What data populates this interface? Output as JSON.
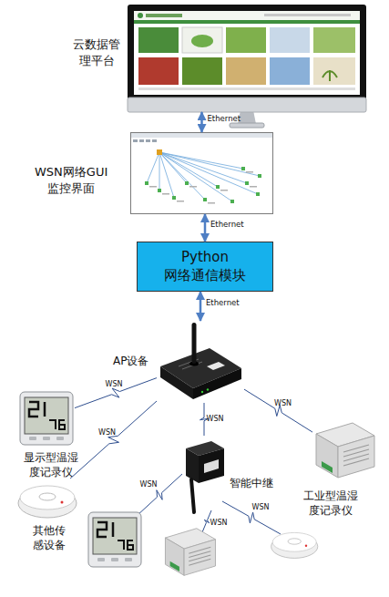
{
  "diagram": {
    "nodes": [
      {
        "text": [
          "云数据管 理平台"
        ]
      },
      {
        "text": [
          "WSN网络GUI 监控界面"
        ]
      },
      {
        "text": [
          "Python 网络通信模块"
        ]
      },
      {
        "text": [
          "AP设备"
        ]
      },
      {
        "text": [
          "显示型温湿 度记录仪"
        ]
      },
      {
        "text": [
          "其他传 感设备"
        ]
      },
      {
        "text": [
          "智能中继"
        ]
      },
      {
        "text": [
          "工业型温湿 度记录仪"
        ]
      }
    ],
    "edges": [
      {
        "from": 0,
        "to": 1,
        "arrow": "both",
        "label": "Ethernet"
      },
      {
        "from": 1,
        "to": 2,
        "arrow": "both",
        "label": "Ethernet"
      },
      {
        "from": 2,
        "to": 3,
        "arrow": "both",
        "label": "Ethernet"
      },
      {
        "from": 3,
        "to": 4,
        "arrow": "none",
        "label": "WSN"
      },
      {
        "from": 3,
        "to": 5,
        "arrow": "none",
        "label": "WSN"
      },
      {
        "from": 3,
        "to": 6,
        "arrow": "none",
        "label": "WSN"
      },
      {
        "from": 3,
        "to": 7,
        "arrow": "none",
        "label": "WSN"
      }
    ],
    "labels": [
      "WSN",
      "WSN",
      "WSN"
    ]
  }
}
